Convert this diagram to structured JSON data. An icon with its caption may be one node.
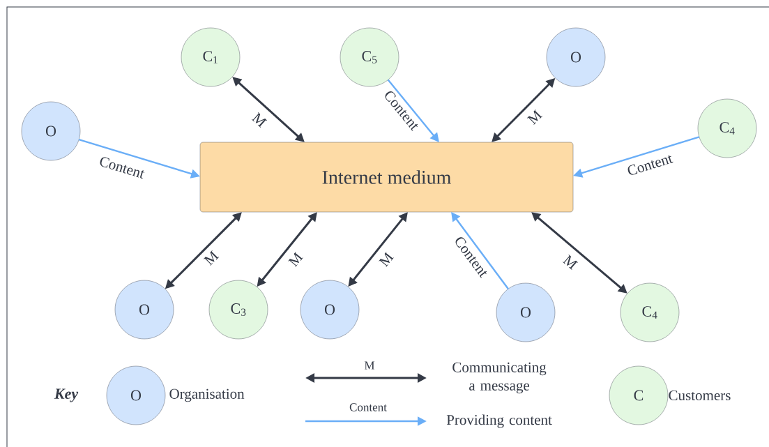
{
  "diagram": {
    "nodes": [
      {
        "text": [
          "Internet medium"
        ]
      },
      {
        "text": [
          "C$_{1}$"
        ]
      },
      {
        "text": [
          "C$_{5}$"
        ]
      },
      {
        "text": [
          "O"
        ]
      },
      {
        "text": [
          "O"
        ]
      },
      {
        "text": [
          "C$_{4}$"
        ]
      },
      {
        "text": [
          "O"
        ]
      },
      {
        "text": [
          "C$_{3}$"
        ]
      },
      {
        "text": [
          "O"
        ]
      },
      {
        "text": [
          "O"
        ]
      },
      {
        "text": [
          "C$_{4}$"
        ]
      },
      {
        "text": [
          "O"
        ],
        "beside": [
          "Organisation"
        ]
      },
      {
        "text": [
          "C"
        ],
        "beside": [
          "Customers"
        ]
      }
    ],
    "edges": [
      {
        "from": 1,
        "to": 0,
        "arrow": "both",
        "label": "M"
      },
      {
        "from": 2,
        "to": 0,
        "arrow": "to",
        "label": "Content",
        "color": "#6aaef7"
      },
      {
        "from": 3,
        "to": 0,
        "arrow": "both",
        "label": "M"
      },
      {
        "from": 4,
        "to": 0,
        "arrow": "to",
        "label": "Content",
        "color": "#6aaef7"
      },
      {
        "from": 5,
        "to": 0,
        "arrow": "to",
        "label": "Content",
        "color": "#6aaef7"
      },
      {
        "from": 6,
        "to": 0,
        "arrow": "both",
        "label": "M"
      },
      {
        "from": 7,
        "to": 0,
        "arrow": "both",
        "label": "M"
      },
      {
        "from": 8,
        "to": 0,
        "arrow": "both",
        "label": "M"
      },
      {
        "from": 9,
        "to": 0,
        "arrow": "to",
        "label": "Content",
        "color": "#6aaef7"
      },
      {
        "from": 10,
        "to": 0,
        "arrow": "both",
        "label": "M"
      }
    ],
    "labels": [
      "Key",
      "M",
      "Content"
    ],
    "legend": [
      {
        "text": "Communicating a message"
      },
      {
        "text": "Providing content"
      }
    ]
  }
}
